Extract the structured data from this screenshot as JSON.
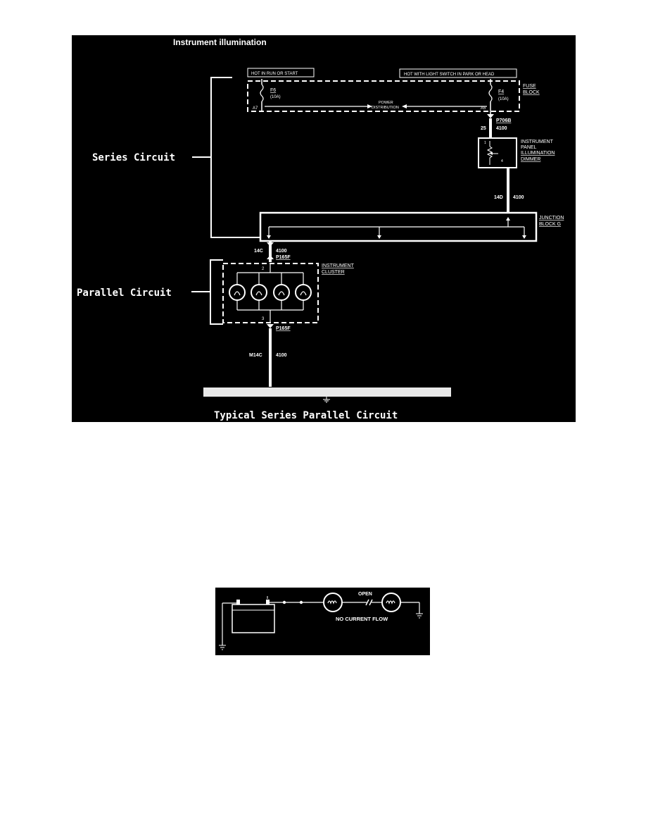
{
  "figure1": {
    "title": "Instrument illumination",
    "caption": "Typical Series Parallel Circuit",
    "series_label": "Series Circuit",
    "parallel_label": "Parallel Circuit",
    "hot_left": "HOT IN RUN OR START",
    "hot_right": "HOT WITH LIGHT SWITCH IN PARK OR HEAD",
    "fuse_block": [
      "FUSE",
      "BLOCK"
    ],
    "fuse_left": {
      "name": "F6",
      "rating": "(10A)",
      "pin": "A7"
    },
    "fuse_right": {
      "name": "F4",
      "rating": "(10A)",
      "pin": "A5"
    },
    "power_distribution": [
      "POWER",
      "DISTRIBUTION"
    ],
    "connector_top": "P706B",
    "wire_25": {
      "gauge": "25",
      "circuit": "4100"
    },
    "dimmer": [
      "INSTRUMENT",
      "PANEL",
      "ILLUMINATION",
      "DIMMER"
    ],
    "dimmer_pin_top": "1",
    "dimmer_pin_bottom": "4",
    "wire_14d": {
      "gauge": "14D",
      "circuit": "4100"
    },
    "junction_block": [
      "JUNCTION",
      "BLOCK G"
    ],
    "wire_14c": {
      "gauge": "14C",
      "circuit": "4100"
    },
    "connector_cluster_top": "P165F",
    "cluster": [
      "INSTRUMENT",
      "CLUSTER"
    ],
    "cluster_pin_top": "2",
    "cluster_pin_bottom": "3",
    "connector_cluster_bottom": "P165F",
    "wire_m14c": {
      "gauge": "M14C",
      "circuit": "4100"
    }
  },
  "figure2": {
    "open_label": "OPEN",
    "no_current_label": "NO CURRENT FLOW"
  }
}
